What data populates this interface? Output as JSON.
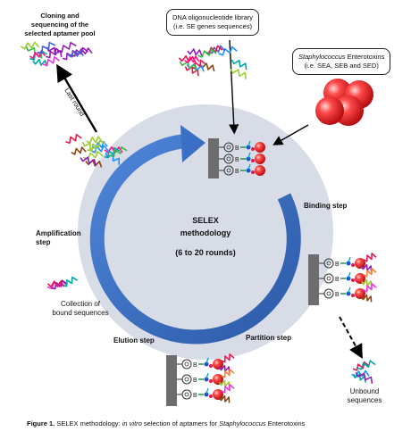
{
  "title_top_left": {
    "line1": "Cloning and",
    "line2": "sequencing of the",
    "line3": "selected aptamer pool"
  },
  "last_round_label": "Last round",
  "library_box": {
    "line1": "DNA oligonucleotide library",
    "line2": "(i.e. SE genes sequences)"
  },
  "toxin_box": {
    "line1_italic": "Staphylococcus",
    "line1_rest": " Enterotoxins",
    "line2": "(i.e. SEA, SEB and SED)"
  },
  "center": {
    "line1": "SELEX",
    "line2": "methodology",
    "line3": "(6 to 20 rounds)"
  },
  "steps": {
    "binding": "Binding step",
    "amplification_line1": "Amplification",
    "amplification_line2": "step",
    "collection_line1": "Collection of",
    "collection_line2": "bound sequences",
    "elution": "Elution step",
    "partition": "Partition step",
    "unbound_line1": "Unbound",
    "unbound_line2": "sequences"
  },
  "linker_letter": "B",
  "caption": {
    "prefix": "Figure 1.",
    "part1": " SELEX methodology: ",
    "italic1": "in vitro",
    "part2": " selection of aptamers for ",
    "italic2": "Staphylococcus",
    "part3": " Enterotoxins"
  },
  "colors": {
    "circle_bg": "#d7dce6",
    "arrow_blue": "#3b6fc4",
    "toxin_red": "#e81c24",
    "support_gray": "#6d6d6d"
  }
}
